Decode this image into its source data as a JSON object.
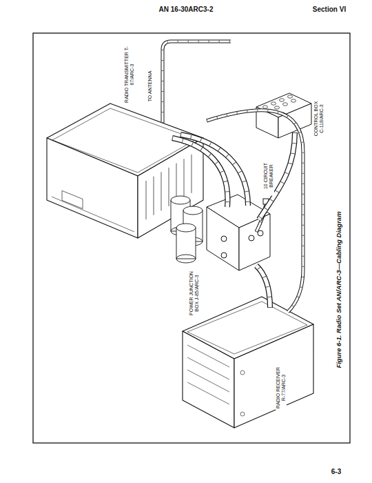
{
  "diagram": {
    "caption": "Figure 6-1. Radio Set AN/ARC-3—Cabling Diagram",
    "labels": [
      "AN 16-30ARC3-2",
      "Section VI",
      "RADIO TRANSMITTER T-67/ARC-3",
      "TO ANTENNA",
      "CONTROL BOX C-118/ARC-3",
      "10 CIRCUIT BREAKER",
      "POWER JUNCTION BOX J-85/ARC-3",
      "RADIO RECEIVER R-77/ARC-3",
      "6-3"
    ]
  }
}
